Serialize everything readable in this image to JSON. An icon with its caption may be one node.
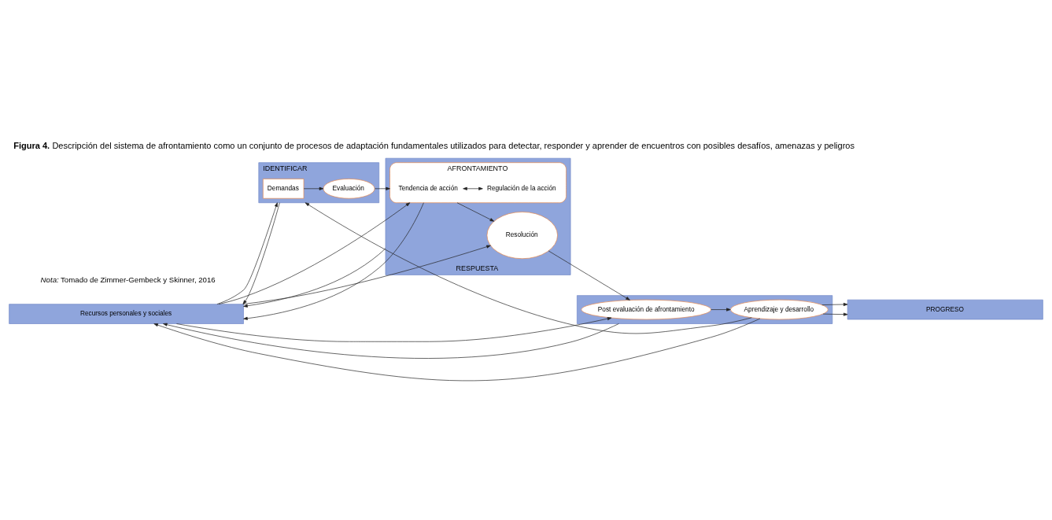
{
  "diagram": {
    "title": "**Figura 4.** Descripción del sistema de afrontamiento como un conjunto de procesos de adaptación fundamentales utilizados para detectar, responder y aprender de encuentros con posibles desafíos, amenazas y peligros",
    "caption": "*Nota:* Tomado de Zimmer-Gembeck y Skinner, 2016",
    "nodes": [
      {
        "text": [
          "Recursos personales y sociales"
        ]
      },
      {
        "text": [
          "IDENTIFICAR"
        ]
      },
      {
        "text": [
          "Demandas"
        ],
        "in": 1
      },
      {
        "text": [
          "Evaluación"
        ],
        "in": 1
      },
      {
        "text": [
          "RESPUESTA"
        ]
      },
      {
        "text": [
          "AFRONTAMIENTO"
        ],
        "in": 4
      },
      {
        "text": [
          "Tendencia de acción"
        ],
        "in": 5
      },
      {
        "text": [
          "Regulación de la acción"
        ],
        "in": 5
      },
      {
        "text": [
          "Resolución"
        ],
        "in": 4
      },
      {
        "text": [],
        "shape": "box"
      },
      {
        "text": [
          "Post evaluación de afrontamiento"
        ],
        "in": 9
      },
      {
        "text": [
          "Aprendizaje y desarrollo"
        ],
        "in": 9
      },
      {
        "text": [
          "PROGRESO"
        ]
      }
    ],
    "edges": [
      {
        "from": 0,
        "to": 1,
        "arrow": "to"
      },
      {
        "from": 1,
        "to": 0,
        "arrow": "to"
      },
      {
        "from": 0,
        "to": 5,
        "arrow": "to"
      },
      {
        "from": 5,
        "to": 0,
        "arrow": "to"
      },
      {
        "from": 0,
        "to": 8,
        "arrow": "to"
      },
      {
        "from": 4,
        "to": 0,
        "arrow": "to"
      },
      {
        "from": 0,
        "to": 10,
        "arrow": "to"
      },
      {
        "from": 9,
        "to": 0,
        "arrow": "to"
      },
      {
        "from": 2,
        "to": 3,
        "arrow": "to"
      },
      {
        "from": 3,
        "to": 5,
        "arrow": "to"
      },
      {
        "from": 6,
        "to": 7,
        "arrow": "both"
      },
      {
        "from": 5,
        "to": 8,
        "arrow": "to"
      },
      {
        "from": 8,
        "to": 10,
        "arrow": "to"
      },
      {
        "from": 10,
        "to": 11,
        "arrow": "to"
      },
      {
        "from": 11,
        "to": 0,
        "arrow": "to"
      },
      {
        "from": 11,
        "to": 1,
        "arrow": "to"
      },
      {
        "from": 11,
        "to": 12,
        "arrow": "to"
      },
      {
        "from": 11,
        "to": 12,
        "arrow": "to"
      }
    ]
  }
}
